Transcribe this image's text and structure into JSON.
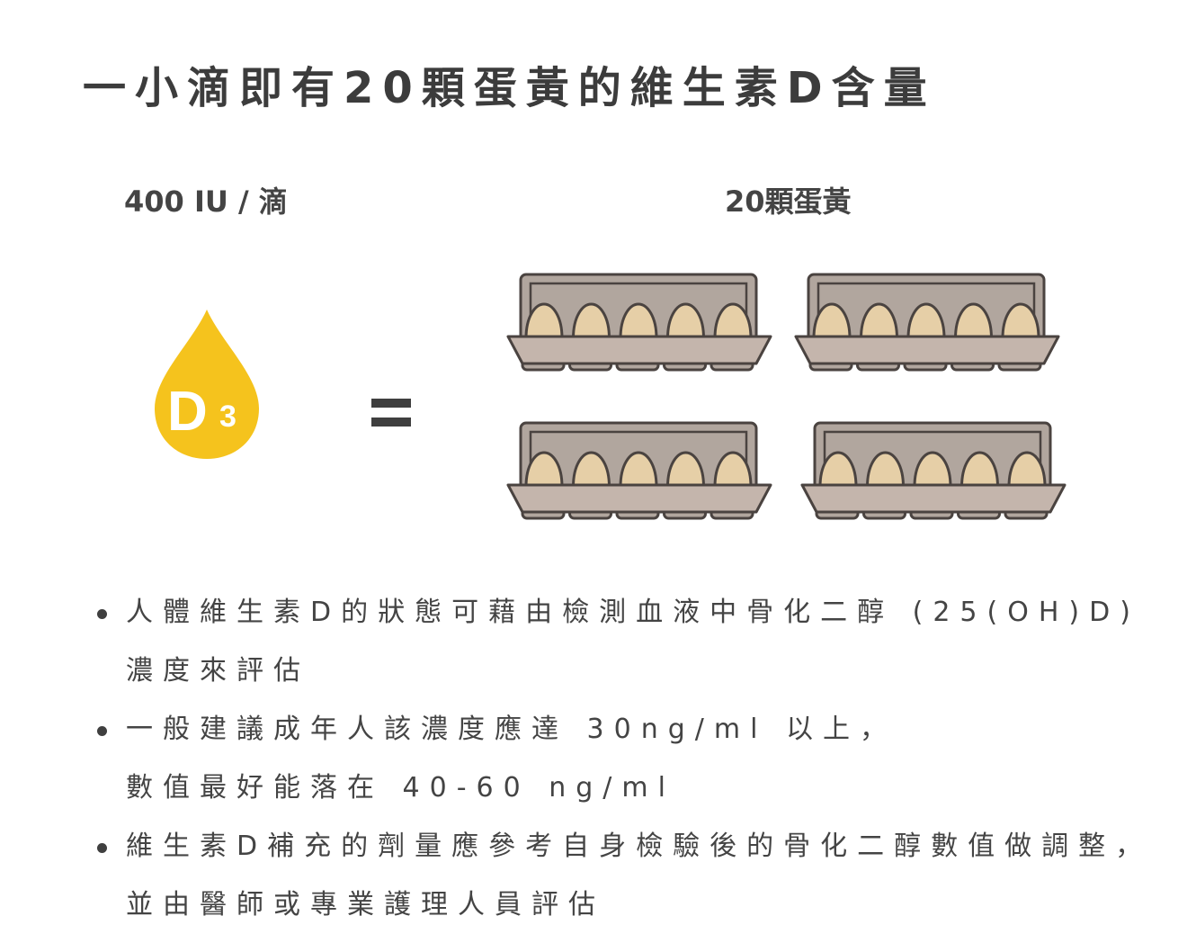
{
  "title": "一小滴即有20顆蛋黃的維生素D含量",
  "left_label": "400 IU / 滴",
  "right_label": "20顆蛋黃",
  "drop": {
    "letter": "D",
    "subscript": "3",
    "color": "#F5C31D"
  },
  "equals_sign": "=",
  "egg_trays": {
    "count": 4,
    "eggs_per_tray": 5,
    "tray_color": "#B1A69E",
    "egg_color": "#E6CFA7"
  },
  "bullets": [
    {
      "lines": [
        "人體維生素D的狀態可藉由檢測血液中骨化二醇 (25(OH)D)",
        "濃度來評估"
      ]
    },
    {
      "lines": [
        "一般建議成年人該濃度應達 30ng/ml 以上，",
        "數值最好能落在 40-60 ng/ml"
      ]
    },
    {
      "lines": [
        "維生素D補充的劑量應參考自身檢驗後的骨化二醇數值做調整，",
        "並由醫師或專業護理人員評估"
      ]
    }
  ]
}
